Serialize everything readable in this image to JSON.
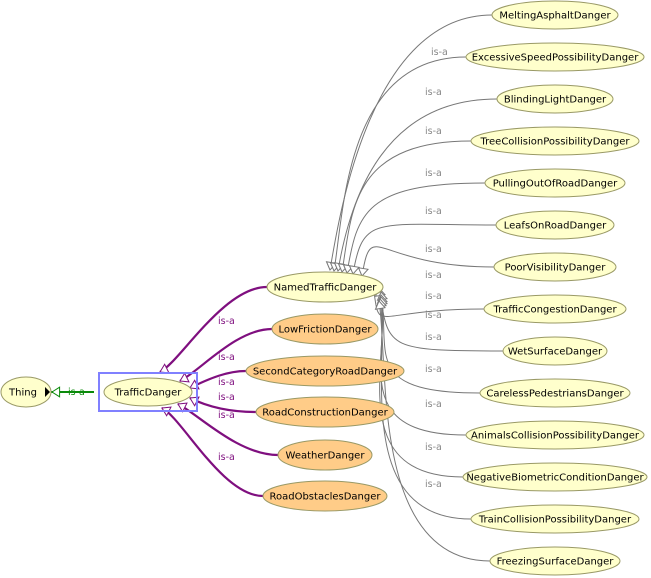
{
  "colors": {
    "background": "#ffffff",
    "plain_node_fill": "#ffffcc",
    "defined_node_fill": "#ffcc88",
    "node_border": "#999966",
    "gray_edge": "#777777",
    "gray_label": "#888888",
    "purple_edge": "#7f0f7f",
    "purple_label": "#7f0f7f",
    "green_edge": "#0a8a0a",
    "green_label": "#0a8a0a",
    "selection_border": "#8080ff"
  },
  "nodes": [
    {
      "id": "thing",
      "label": "Thing",
      "style": "plain"
    },
    {
      "id": "traffic",
      "label": "TrafficDanger",
      "style": "plain",
      "selected": true
    },
    {
      "id": "named",
      "label": "NamedTrafficDanger",
      "style": "plain"
    },
    {
      "id": "lowfriction",
      "label": "LowFrictionDanger",
      "style": "defined"
    },
    {
      "id": "secondcat",
      "label": "SecondCategoryRoadDanger",
      "style": "defined"
    },
    {
      "id": "roadconst",
      "label": "RoadConstructionDanger",
      "style": "defined"
    },
    {
      "id": "weather",
      "label": "WeatherDanger",
      "style": "defined"
    },
    {
      "id": "obstacles",
      "label": "RoadObstaclesDanger",
      "style": "defined"
    },
    {
      "id": "melting",
      "label": "MeltingAsphaltDanger",
      "style": "plain"
    },
    {
      "id": "excessive",
      "label": "ExcessiveSpeedPossibilityDanger",
      "style": "plain"
    },
    {
      "id": "blinding",
      "label": "BlindingLightDanger",
      "style": "plain"
    },
    {
      "id": "treecoll",
      "label": "TreeCollisionPossibilityDanger",
      "style": "plain"
    },
    {
      "id": "pulling",
      "label": "PullingOutOfRoadDanger",
      "style": "plain"
    },
    {
      "id": "leafs",
      "label": "LeafsOnRoadDanger",
      "style": "plain"
    },
    {
      "id": "poorvis",
      "label": "PoorVisibilityDanger",
      "style": "plain"
    },
    {
      "id": "congestion",
      "label": "TrafficCongestionDanger",
      "style": "plain"
    },
    {
      "id": "wet",
      "label": "WetSurfaceDanger",
      "style": "plain"
    },
    {
      "id": "careless",
      "label": "CarelessPedestriansDanger",
      "style": "plain"
    },
    {
      "id": "animals",
      "label": "AnimalsCollisionPossibilityDanger",
      "style": "plain"
    },
    {
      "id": "negbio",
      "label": "NegativeBiometricConditionDanger",
      "style": "plain"
    },
    {
      "id": "train",
      "label": "TrainCollisionPossibilityDanger",
      "style": "plain"
    },
    {
      "id": "freezing",
      "label": "FreezingSurfaceDanger",
      "style": "plain"
    }
  ],
  "edges": [
    {
      "from": "traffic",
      "to": "thing",
      "label": "is-a",
      "kind": "green"
    },
    {
      "from": "named",
      "to": "traffic",
      "label": "is-a",
      "kind": "purple"
    },
    {
      "from": "lowfriction",
      "to": "traffic",
      "label": "is-a",
      "kind": "purple"
    },
    {
      "from": "secondcat",
      "to": "traffic",
      "label": "is-a",
      "kind": "purple"
    },
    {
      "from": "roadconst",
      "to": "traffic",
      "label": "is-a",
      "kind": "purple"
    },
    {
      "from": "weather",
      "to": "traffic",
      "label": "is-a",
      "kind": "purple"
    },
    {
      "from": "obstacles",
      "to": "traffic",
      "label": "is-a",
      "kind": "purple"
    },
    {
      "from": "melting",
      "to": "named",
      "label": "is-a",
      "kind": "gray"
    },
    {
      "from": "excessive",
      "to": "named",
      "label": "is-a",
      "kind": "gray"
    },
    {
      "from": "blinding",
      "to": "named",
      "label": "is-a",
      "kind": "gray"
    },
    {
      "from": "treecoll",
      "to": "named",
      "label": "is-a",
      "kind": "gray"
    },
    {
      "from": "pulling",
      "to": "named",
      "label": "is-a",
      "kind": "gray"
    },
    {
      "from": "leafs",
      "to": "named",
      "label": "is-a",
      "kind": "gray"
    },
    {
      "from": "poorvis",
      "to": "named",
      "label": "is-a",
      "kind": "gray"
    },
    {
      "from": "congestion",
      "to": "named",
      "label": "is-a",
      "kind": "gray"
    },
    {
      "from": "wet",
      "to": "named",
      "label": "is-a",
      "kind": "gray"
    },
    {
      "from": "careless",
      "to": "named",
      "label": "is-a",
      "kind": "gray"
    },
    {
      "from": "animals",
      "to": "named",
      "label": "is-a",
      "kind": "gray"
    },
    {
      "from": "negbio",
      "to": "named",
      "label": "is-a",
      "kind": "gray"
    },
    {
      "from": "train",
      "to": "named",
      "label": "is-a",
      "kind": "gray"
    },
    {
      "from": "freezing",
      "to": "named",
      "label": "is-a",
      "kind": "gray"
    }
  ]
}
